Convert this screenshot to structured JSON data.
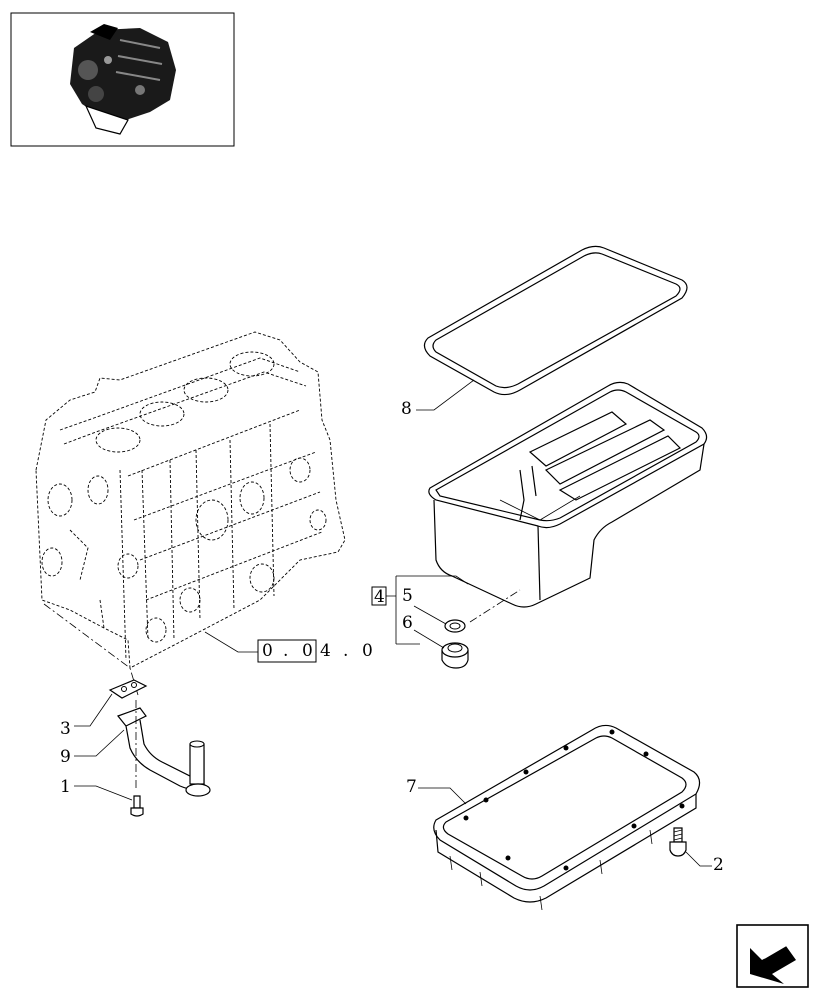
{
  "callouts": {
    "c1": "1",
    "c2": "2",
    "c3": "3",
    "c4": "4",
    "c5": "5",
    "c6": "6",
    "c7": "7",
    "c8": "8",
    "c9": "9"
  },
  "reference": {
    "boxed_chars": [
      "0",
      ".",
      "0"
    ],
    "plain_chars": [
      "4",
      ".",
      "0"
    ]
  },
  "icons": {
    "thumbnail": "engine-thumbnail-icon",
    "nav": "next-page-arrow-icon"
  }
}
